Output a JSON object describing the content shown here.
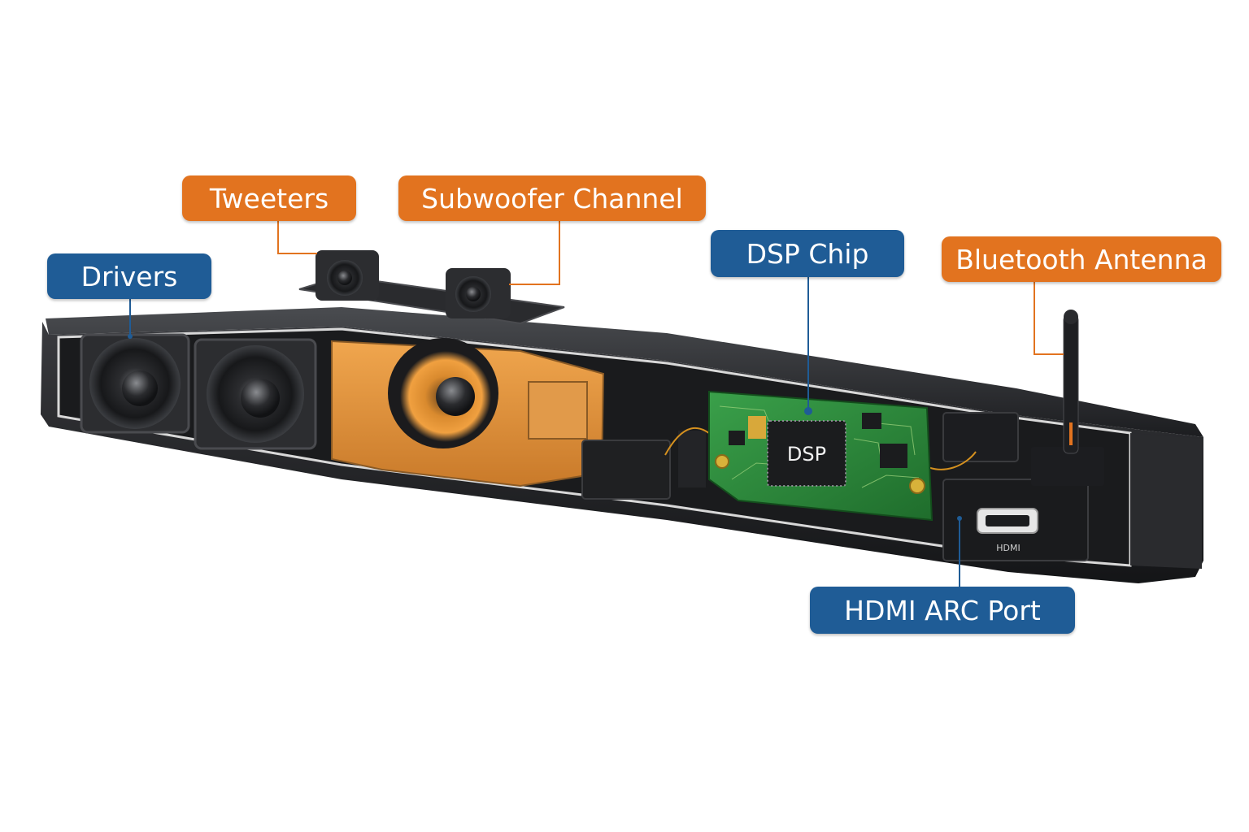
{
  "callouts": {
    "drivers": "Drivers",
    "tweeters": "Tweeters",
    "subwoofer_channel": "Subwoofer Channel",
    "dsp_chip": "DSP Chip",
    "bluetooth_antenna": "Bluetooth Antenna",
    "hdmi_arc_port": "HDMI ARC Port"
  },
  "chip_label": "DSP",
  "port_label": "HDMI",
  "colors": {
    "callout_blue": "#1f5c96",
    "callout_orange": "#e2731f",
    "pcb_green": "#2e8a3c",
    "subwoofer_housing": "#e0923c",
    "enclosure": "#2a2b2e"
  }
}
